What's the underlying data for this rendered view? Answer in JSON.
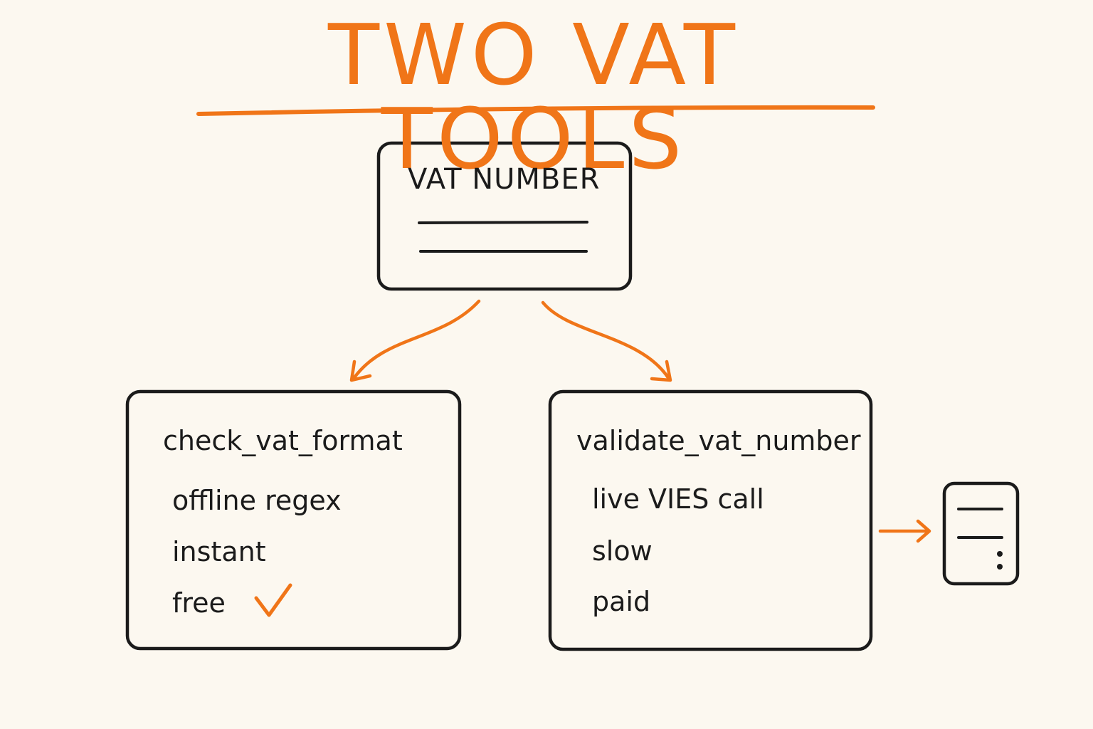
{
  "title": "TWO VAT TOOLS",
  "input": {
    "label": "VAT NUMBER"
  },
  "tools": [
    {
      "name": "check_vat_format",
      "features": [
        "offline regex",
        "instant",
        "free"
      ]
    },
    {
      "name": "validate_vat_number",
      "features": [
        "live VIES call",
        "slow",
        "paid"
      ]
    }
  ],
  "colors": {
    "accent": "#f07518",
    "ink": "#1b1b1b",
    "background": "#fcf8f0"
  },
  "icons": [
    "checkmark-icon",
    "server-icon"
  ]
}
